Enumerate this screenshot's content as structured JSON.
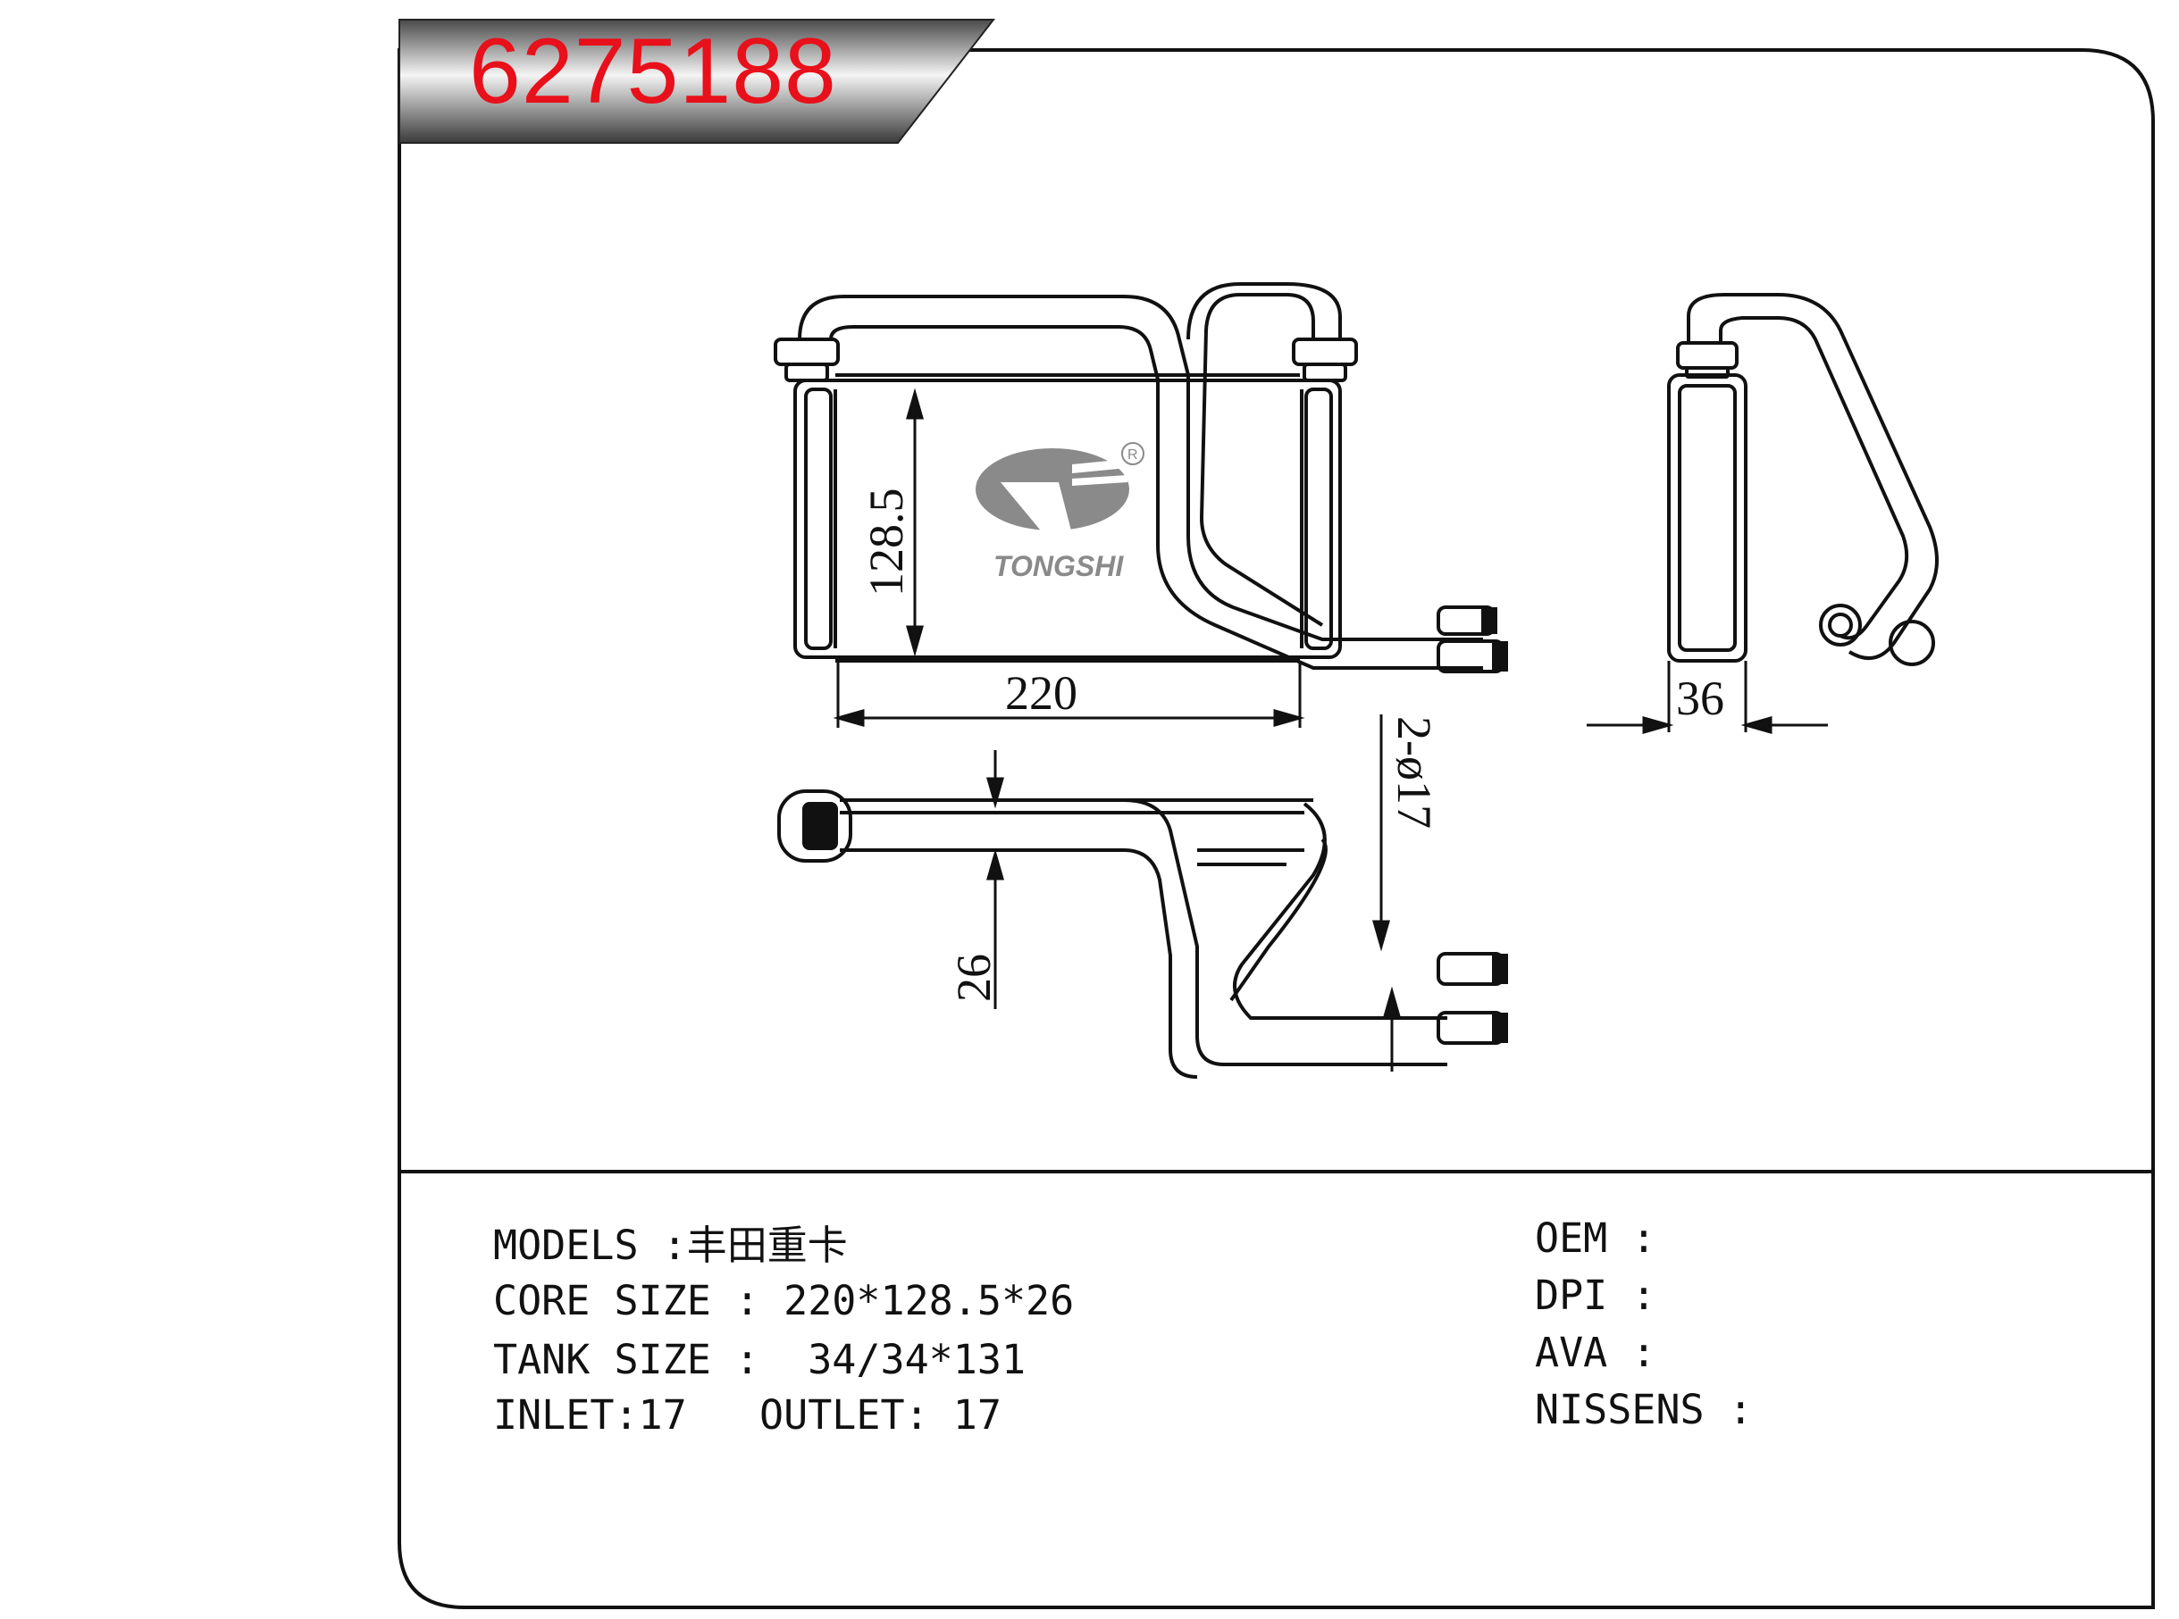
{
  "header": {
    "part_number": "6275188"
  },
  "logo": {
    "brand": "TONGSHI",
    "registered_mark": "R"
  },
  "dimensions": {
    "core_height": "128.5",
    "core_width": "220",
    "core_depth": "26",
    "tank_width": "36",
    "pipe_diameter": "2-ø17"
  },
  "specs_left": {
    "models": "MODELS :丰田重卡",
    "core_size": "CORE SIZE : 220*128.5*26",
    "tank_size": "TANK SIZE :  34/34*131",
    "inlet_outlet": "INLET:17   OUTLET: 17"
  },
  "specs_right": {
    "oem": "OEM :",
    "dpi": "DPI :",
    "ava": "AVA :",
    "nissens": "NISSENS :"
  },
  "colors": {
    "accent_red": "#e8101a",
    "line": "#111111",
    "banner_dark": "#4a4a4a",
    "banner_light": "#f4f4f4"
  }
}
